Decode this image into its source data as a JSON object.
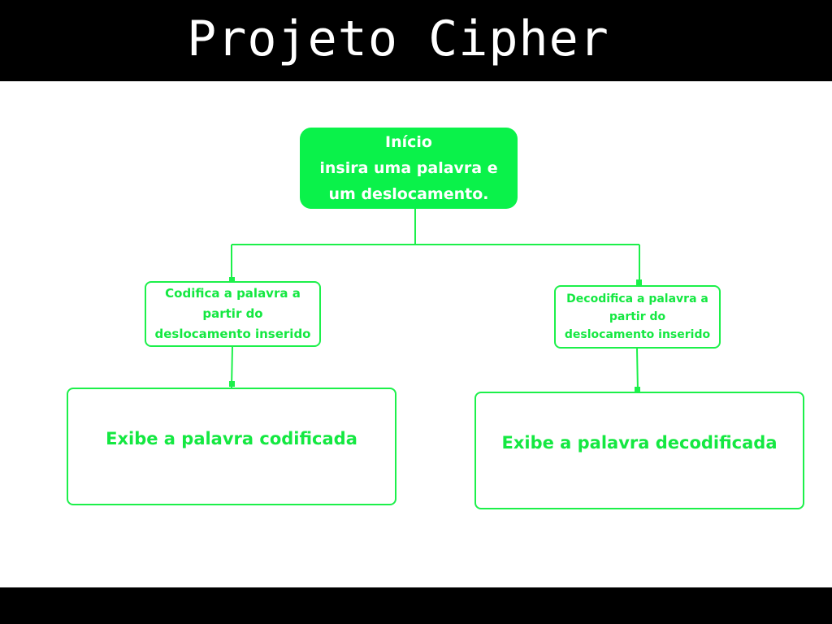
{
  "header": {
    "title": "Projeto Cipher"
  },
  "flow": {
    "start": {
      "line1": "Início",
      "line2": "insira uma palavra e",
      "line3": "um deslocamento."
    },
    "encode": {
      "label": "Codifica a  palavra a partir do deslocamento inserido"
    },
    "decode": {
      "label": "Decodifica a palavra a partir do deslocamento inserido"
    },
    "encode_output": {
      "label": "Exibe a palavra codificada"
    },
    "decode_output": {
      "label": "Exibe a palavra decodificada"
    }
  },
  "colors": {
    "accent": "#0af24a",
    "border": "#1cf04a",
    "text": "#14e841",
    "bar": "#000000"
  }
}
